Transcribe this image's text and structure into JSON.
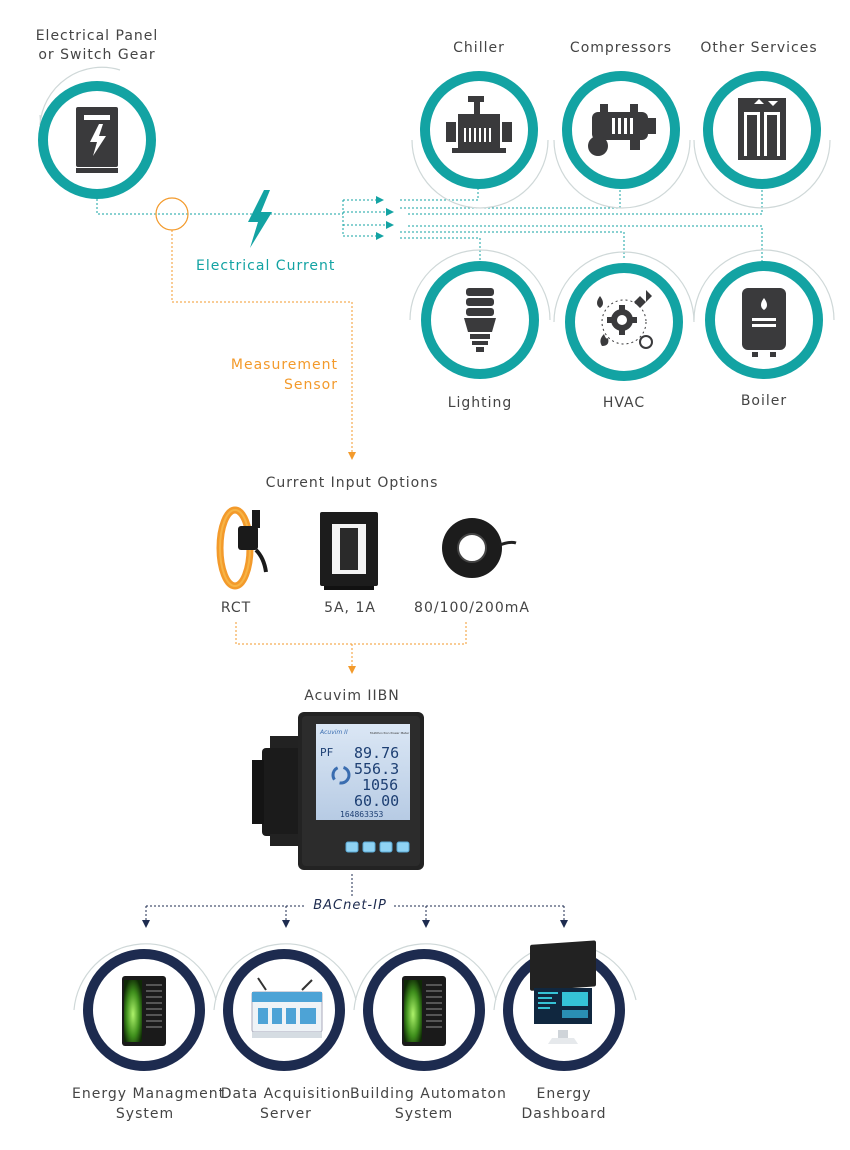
{
  "colors": {
    "teal": "#13a3a3",
    "orange": "#f39a2b",
    "navy": "#1d2b4f",
    "icon_dark": "#3a3a3c",
    "text": "#444444"
  },
  "source": {
    "label_line1": "Electrical Panel",
    "label_line2": "or Switch Gear",
    "icon": "electrical-panel-icon"
  },
  "electrical_current_label": "Electrical Current",
  "measurement_sensor": {
    "line1": "Measurement",
    "line2": "Sensor"
  },
  "loads_top": [
    {
      "label": "Chiller",
      "icon": "chiller-icon"
    },
    {
      "label": "Compressors",
      "icon": "compressor-icon"
    },
    {
      "label": "Other Services",
      "icon": "elevator-icon"
    }
  ],
  "loads_bottom": [
    {
      "label": "Lighting",
      "icon": "light-bulb-icon"
    },
    {
      "label": "HVAC",
      "icon": "hvac-icon"
    },
    {
      "label": "Boiler",
      "icon": "boiler-icon"
    }
  ],
  "current_inputs": {
    "title": "Current Input Options",
    "items": [
      {
        "label": "RCT",
        "icon": "rogowski-coil-icon"
      },
      {
        "label": "5A, 1A",
        "icon": "split-core-ct-icon"
      },
      {
        "label": "80/100/200mA",
        "icon": "solid-core-ct-icon"
      }
    ]
  },
  "meter": {
    "title": "Acuvim IIBN",
    "brand": "Acuvim II",
    "model_text": "Multifunction Power Meter",
    "readings": [
      "89.76",
      "556.3",
      "1056",
      "60.00",
      "164863353"
    ],
    "pf_label": "PF"
  },
  "protocol_label": "BACnet-IP",
  "outputs": [
    {
      "line1": "Energy Managment",
      "line2": "System",
      "icon": "server-tower-icon"
    },
    {
      "line1": "Data Acquisition",
      "line2": "Server",
      "icon": "gateway-device-icon"
    },
    {
      "line1": "Building Automaton",
      "line2": "System",
      "icon": "server-tower-icon"
    },
    {
      "line1": "Energy",
      "line2": "Dashboard",
      "icon": "monitor-dashboard-icon"
    }
  ]
}
